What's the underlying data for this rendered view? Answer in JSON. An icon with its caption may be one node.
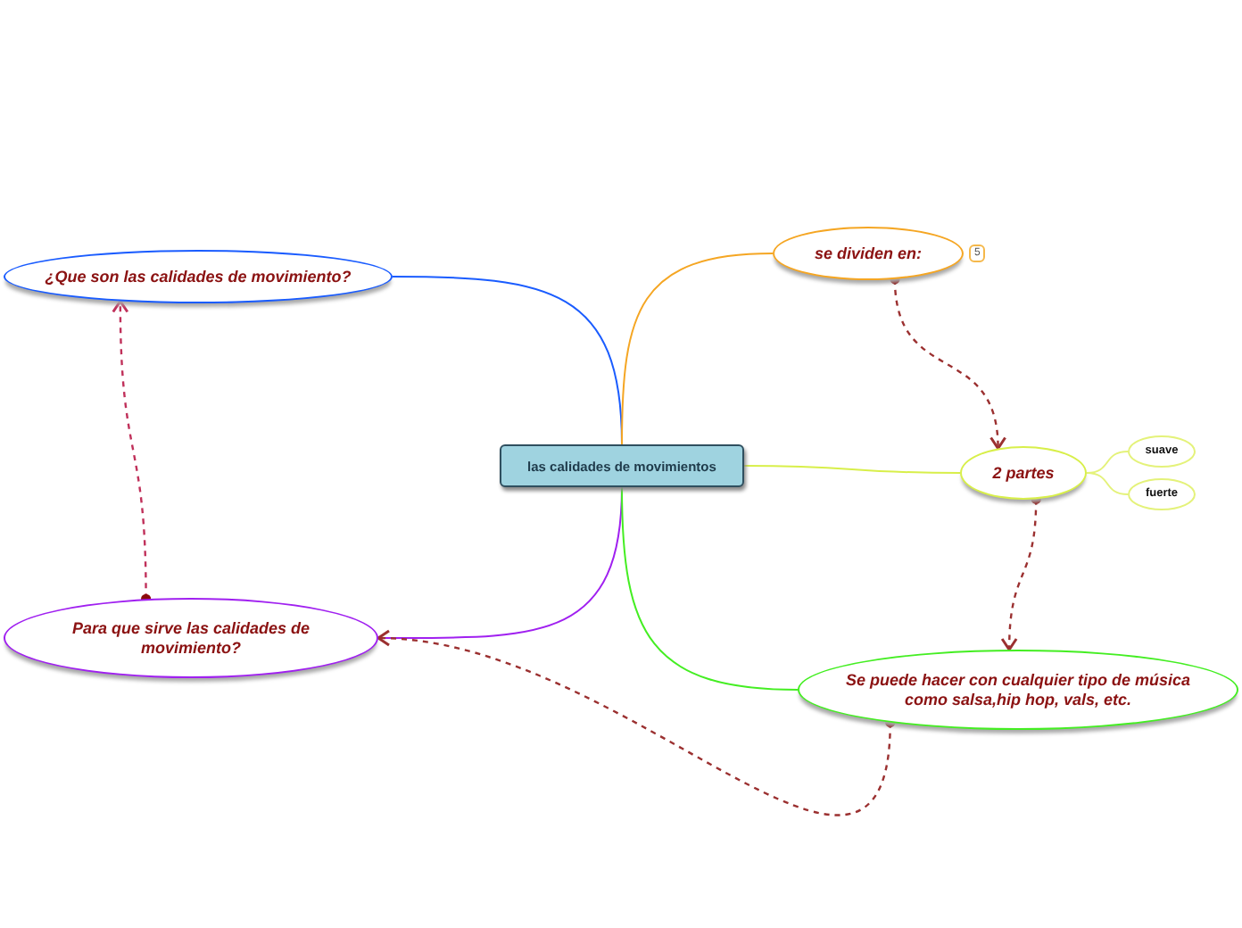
{
  "diagram": {
    "nodes": [
      {
        "text": [
          "las calidades de movimientos"
        ]
      },
      {
        "text": [
          "¿Que son las calidades de movimiento?"
        ]
      },
      {
        "text": [
          "Para que sirve las calidades de movimiento?"
        ]
      },
      {
        "text": [
          "se dividen en:"
        ],
        "beside": [
          "5"
        ]
      },
      {
        "text": [
          "2 partes"
        ]
      },
      {
        "text": [
          "suave"
        ]
      },
      {
        "text": [
          "fuerte"
        ]
      },
      {
        "text": [
          "Se puede hacer con cualquier tipo de música como salsa,hip hop, vals, etc."
        ]
      }
    ],
    "edges": [
      {
        "from": 0,
        "to": 1,
        "arrow": "none",
        "color": "#1a5cff"
      },
      {
        "from": 0,
        "to": 2,
        "arrow": "none",
        "color": "#a020f0"
      },
      {
        "from": 0,
        "to": 3,
        "arrow": "none",
        "color": "#f5a623"
      },
      {
        "from": 0,
        "to": 4,
        "arrow": "none",
        "color": "#d8ef4a"
      },
      {
        "from": 0,
        "to": 7,
        "arrow": "none",
        "color": "#44ee22"
      },
      {
        "from": 4,
        "to": 5,
        "arrow": "none",
        "color": "#e4f27a"
      },
      {
        "from": 4,
        "to": 6,
        "arrow": "none",
        "color": "#e4f27a"
      },
      {
        "from": 3,
        "to": 4,
        "arrow": "to",
        "style": "dashed",
        "color": "#9b3030"
      },
      {
        "from": 4,
        "to": 7,
        "arrow": "to",
        "style": "dashed",
        "color": "#9b3030"
      },
      {
        "from": 2,
        "to": 1,
        "arrow": "to",
        "style": "dashed",
        "color": "#c0305a"
      },
      {
        "from": 7,
        "to": 2,
        "arrow": "to",
        "style": "dashed",
        "color": "#9b3030"
      }
    ]
  }
}
